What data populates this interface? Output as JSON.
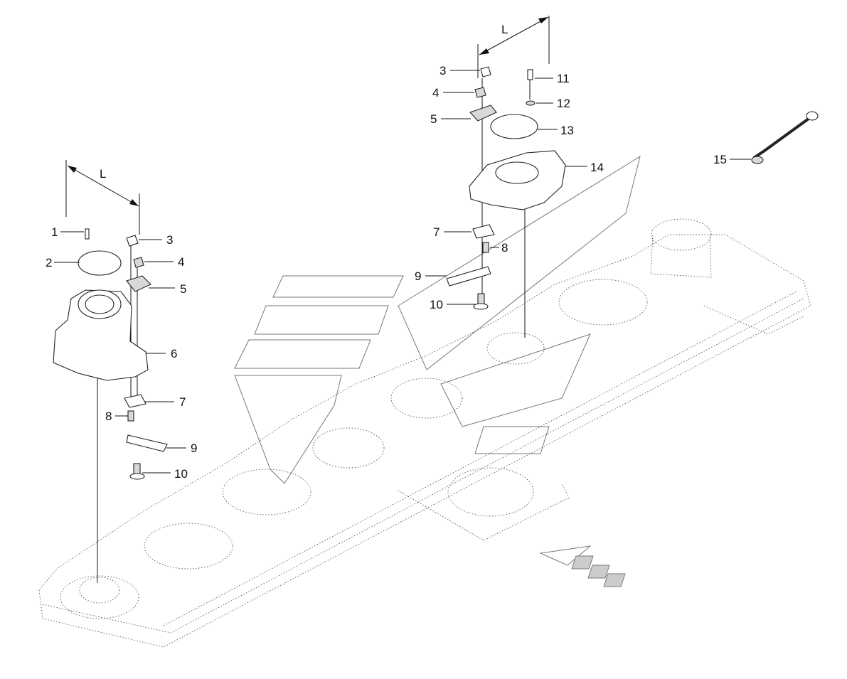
{
  "dimension_label": "L",
  "callouts_left": [
    {
      "id": "c1",
      "text": "1"
    },
    {
      "id": "c2",
      "text": "2"
    },
    {
      "id": "c3",
      "text": "3"
    },
    {
      "id": "c4",
      "text": "4"
    },
    {
      "id": "c5",
      "text": "5"
    },
    {
      "id": "c6",
      "text": "6"
    },
    {
      "id": "c7",
      "text": "7"
    },
    {
      "id": "c8",
      "text": "8"
    },
    {
      "id": "c9",
      "text": "9"
    },
    {
      "id": "c10",
      "text": "10"
    }
  ],
  "callouts_right": [
    {
      "id": "r3",
      "text": "3"
    },
    {
      "id": "r4",
      "text": "4"
    },
    {
      "id": "r5",
      "text": "5"
    },
    {
      "id": "r7",
      "text": "7"
    },
    {
      "id": "r8",
      "text": "8"
    },
    {
      "id": "r9",
      "text": "9"
    },
    {
      "id": "r10",
      "text": "10"
    },
    {
      "id": "r11",
      "text": "11"
    },
    {
      "id": "r12",
      "text": "12"
    },
    {
      "id": "r13",
      "text": "13"
    },
    {
      "id": "r14",
      "text": "14"
    },
    {
      "id": "r15",
      "text": "15"
    }
  ]
}
